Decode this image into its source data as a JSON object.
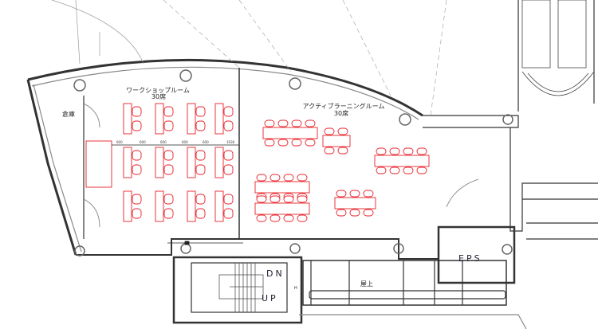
{
  "rooms": {
    "storage": {
      "name": "倉庫"
    },
    "workshop": {
      "name": "ワークショップルーム",
      "seats": "30席"
    },
    "active_learning": {
      "name": "アクティブラーニングルーム",
      "seats": "30席"
    },
    "eps": {
      "name": "EPS"
    },
    "rooftop": {
      "name": "屋上"
    }
  },
  "stairs": {
    "down": "DN",
    "up": "UP",
    "hydrant_mark": "H"
  },
  "dimensions": [
    "600",
    "600",
    "600",
    "600",
    "600",
    "1030"
  ],
  "colors": {
    "furniture": "#e8222a",
    "walls": "#333333",
    "lines": "#777777"
  }
}
